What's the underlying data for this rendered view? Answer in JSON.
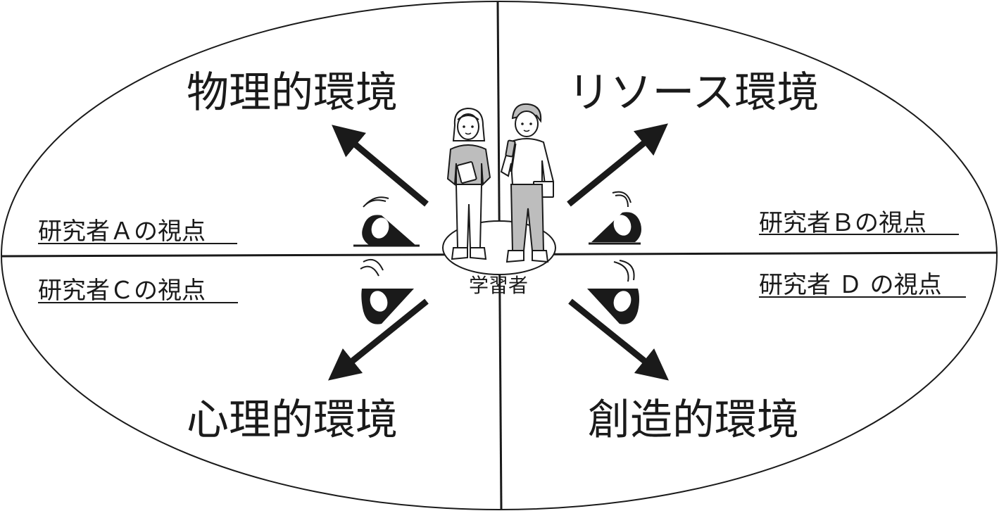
{
  "center": {
    "label": "学習者"
  },
  "quadrants": {
    "top_left": {
      "title": "物理的環境",
      "viewpoint": "研究者Ａの視点"
    },
    "top_right": {
      "title": "リソース環境",
      "viewpoint": "研究者Ｂの視点"
    },
    "bottom_left": {
      "title": "心理的環境",
      "viewpoint": "研究者Ｃの視点"
    },
    "bottom_right": {
      "title": "創造的環境",
      "viewpoint": "研究者 Ｄ の視点"
    }
  },
  "colors": {
    "ink": "#1a1a1a",
    "figure_fill": "#bdbdbd",
    "figure_light": "#ffffff"
  }
}
